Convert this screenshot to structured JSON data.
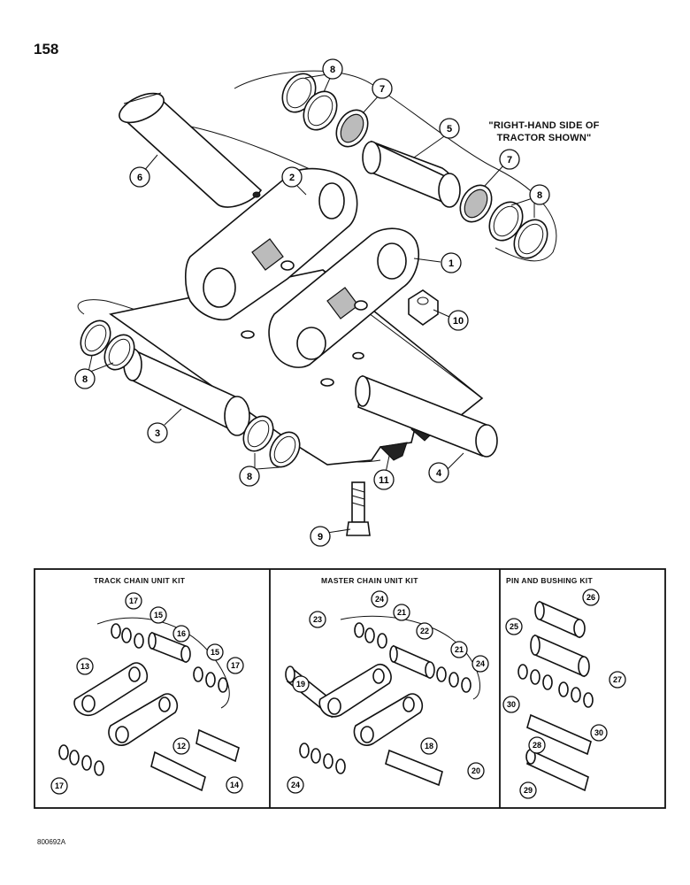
{
  "page_number": "158",
  "note": "\"RIGHT-HAND SIDE OF TRACTOR SHOWN\"",
  "document_code": "800692A",
  "kits": {
    "track_chain": "TRACK CHAIN UNIT KIT",
    "master_chain": "MASTER CHAIN UNIT KIT",
    "pin_bushing": "PIN AND BUSHING KIT"
  },
  "callouts": [
    "1",
    "2",
    "3",
    "4",
    "5",
    "6",
    "7",
    "8",
    "9",
    "10",
    "11",
    "12",
    "13",
    "14",
    "15",
    "16",
    "17",
    "18",
    "19",
    "20",
    "21",
    "22",
    "23",
    "24",
    "25",
    "26",
    "27",
    "28",
    "29",
    "30"
  ]
}
